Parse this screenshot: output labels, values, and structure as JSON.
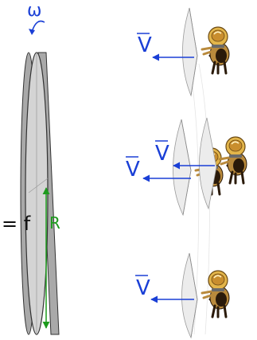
{
  "labels": {
    "omega": "ω",
    "velocity": "V",
    "radius": "R",
    "equals_f": "= f"
  },
  "colors": {
    "velocity": "#1a3fd6",
    "radius": "#1e9b1e",
    "disk_face": "#d4d4d4",
    "disk_rim": "#a9a9a9",
    "sail": "#e9e9e9",
    "dog_body": "#b98a3c",
    "helmet": "#e3b54a"
  },
  "icons": {
    "rotation": "curved-rotation-arrow-icon",
    "traveler": "astronaut-dog-icon"
  },
  "travelers": [
    {
      "label": "V"
    },
    {
      "label": "V"
    },
    {
      "label": "V"
    },
    {
      "label": "V"
    }
  ]
}
